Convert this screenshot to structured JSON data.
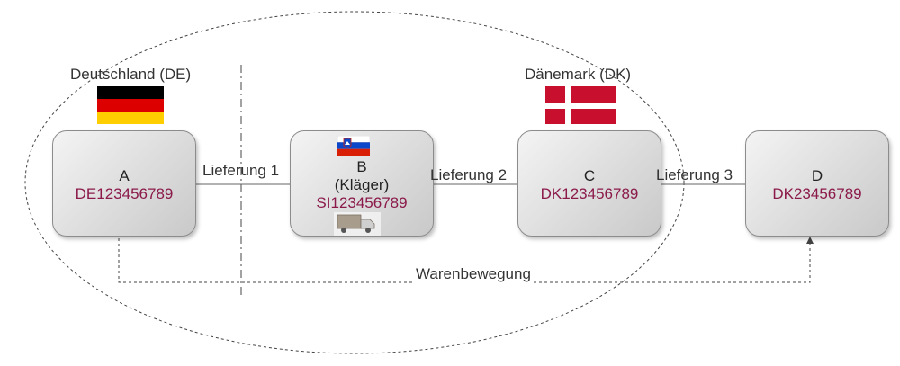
{
  "countries": {
    "de": {
      "label": "Deutschland (DE)",
      "flag_colors": [
        "#000000",
        "#dd0000",
        "#ffce00"
      ]
    },
    "dk": {
      "label": "Dänemark (DK)",
      "flag_colors": [
        "#c8102e",
        "#ffffff"
      ]
    }
  },
  "parties": {
    "a": {
      "name": "A",
      "vat": "DE123456789"
    },
    "b": {
      "name": "B",
      "role": "(Kläger)",
      "vat": "SI123456789",
      "flag_colors": [
        "#ffffff",
        "#0d47c9",
        "#d81e05"
      ]
    },
    "c": {
      "name": "C",
      "vat": "DK123456789"
    },
    "d": {
      "name": "D",
      "vat": "DK23456789"
    }
  },
  "deliveries": {
    "one": "Lieferung 1",
    "two": "Lieferung 2",
    "three": "Lieferung 3"
  },
  "goods_flow": {
    "label": "Warenbewegung"
  },
  "colors": {
    "vat_text": "#8b1a4a",
    "line": "#555555"
  },
  "icons": {
    "truck": "truck-icon"
  }
}
